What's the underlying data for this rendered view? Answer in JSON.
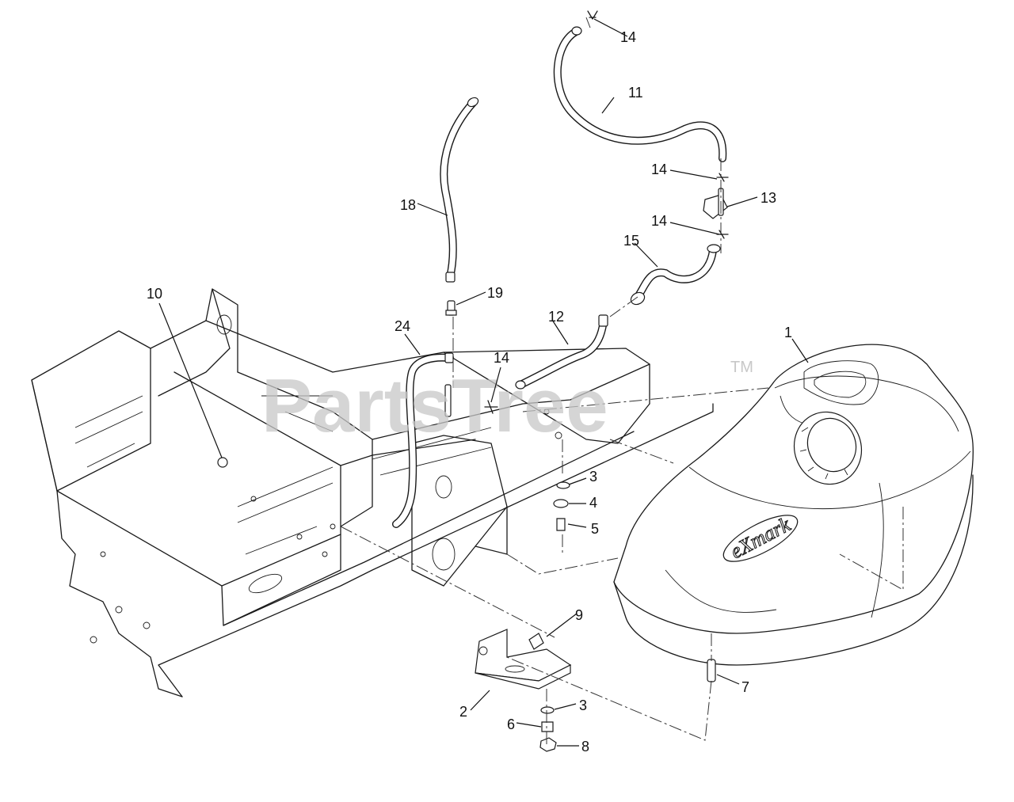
{
  "watermark": {
    "text": "PartsTree",
    "trademark": "TM"
  },
  "tank_logo": "eXmark",
  "callouts": [
    {
      "id": "callout-1",
      "label": "1"
    },
    {
      "id": "callout-2",
      "label": "2"
    },
    {
      "id": "callout-3a",
      "label": "3"
    },
    {
      "id": "callout-3b",
      "label": "3"
    },
    {
      "id": "callout-4",
      "label": "4"
    },
    {
      "id": "callout-5",
      "label": "5"
    },
    {
      "id": "callout-6",
      "label": "6"
    },
    {
      "id": "callout-7",
      "label": "7"
    },
    {
      "id": "callout-8",
      "label": "8"
    },
    {
      "id": "callout-9",
      "label": "9"
    },
    {
      "id": "callout-10",
      "label": "10"
    },
    {
      "id": "callout-11",
      "label": "11"
    },
    {
      "id": "callout-12",
      "label": "12"
    },
    {
      "id": "callout-13",
      "label": "13"
    },
    {
      "id": "callout-14a",
      "label": "14"
    },
    {
      "id": "callout-14b",
      "label": "14"
    },
    {
      "id": "callout-14c",
      "label": "14"
    },
    {
      "id": "callout-14d",
      "label": "14"
    },
    {
      "id": "callout-15",
      "label": "15"
    },
    {
      "id": "callout-18",
      "label": "18"
    },
    {
      "id": "callout-19",
      "label": "19"
    },
    {
      "id": "callout-24",
      "label": "24"
    }
  ]
}
